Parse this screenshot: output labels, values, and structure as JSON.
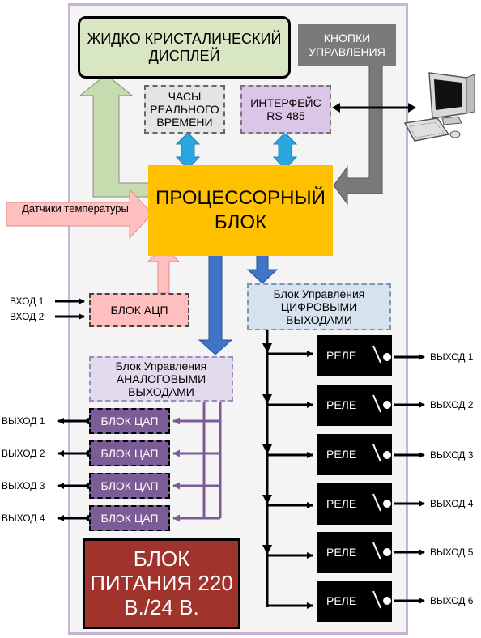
{
  "blocks": {
    "lcd": "ЖИДКО КРИСТАЛИЧЕСКИЙ ДИСПЛЕЙ",
    "buttons": "КНОПКИ УПРАВЛЕНИЯ",
    "clock": "ЧАСЫ РЕАЛЬНОГО ВРЕМЕНИ",
    "interface": "ИНТЕРФЕЙС RS-485",
    "cpu": "ПРОЦЕССОРНЫЙ БЛОК",
    "sensors": "Датчики температуры",
    "adc": "БЛОК АЦП",
    "digital": "Блок Управления ЦИФРОВЫМИ ВЫХОДАМИ",
    "analog": "Блок Управления АНАЛОГОВЫМИ ВЫХОДАМИ",
    "psu": "БЛОК ПИТАНИЯ 220 В./24 В."
  },
  "inputs": [
    "ВХОД 1",
    "ВХОД 2"
  ],
  "dac": {
    "label": "БЛОК ЦАП",
    "outputs": [
      "ВЫХОД 1",
      "ВЫХОД 2",
      "ВЫХОД 3",
      "ВЫХОД 4"
    ]
  },
  "relays": {
    "label": "РЕЛЕ",
    "outputs": [
      "ВЫХОД 1",
      "ВЫХОД 2",
      "ВЫХОД 3",
      "ВЫХОД 4",
      "ВЫХОД 5",
      "ВЫХОД 6"
    ]
  },
  "colors": {
    "cpu": "#ffc000",
    "data_arrows": "#2aa7e0",
    "bus_arrows": "#3f74c9",
    "dac_lines": "#7c5c96",
    "buttons": "#7a7a7a"
  }
}
